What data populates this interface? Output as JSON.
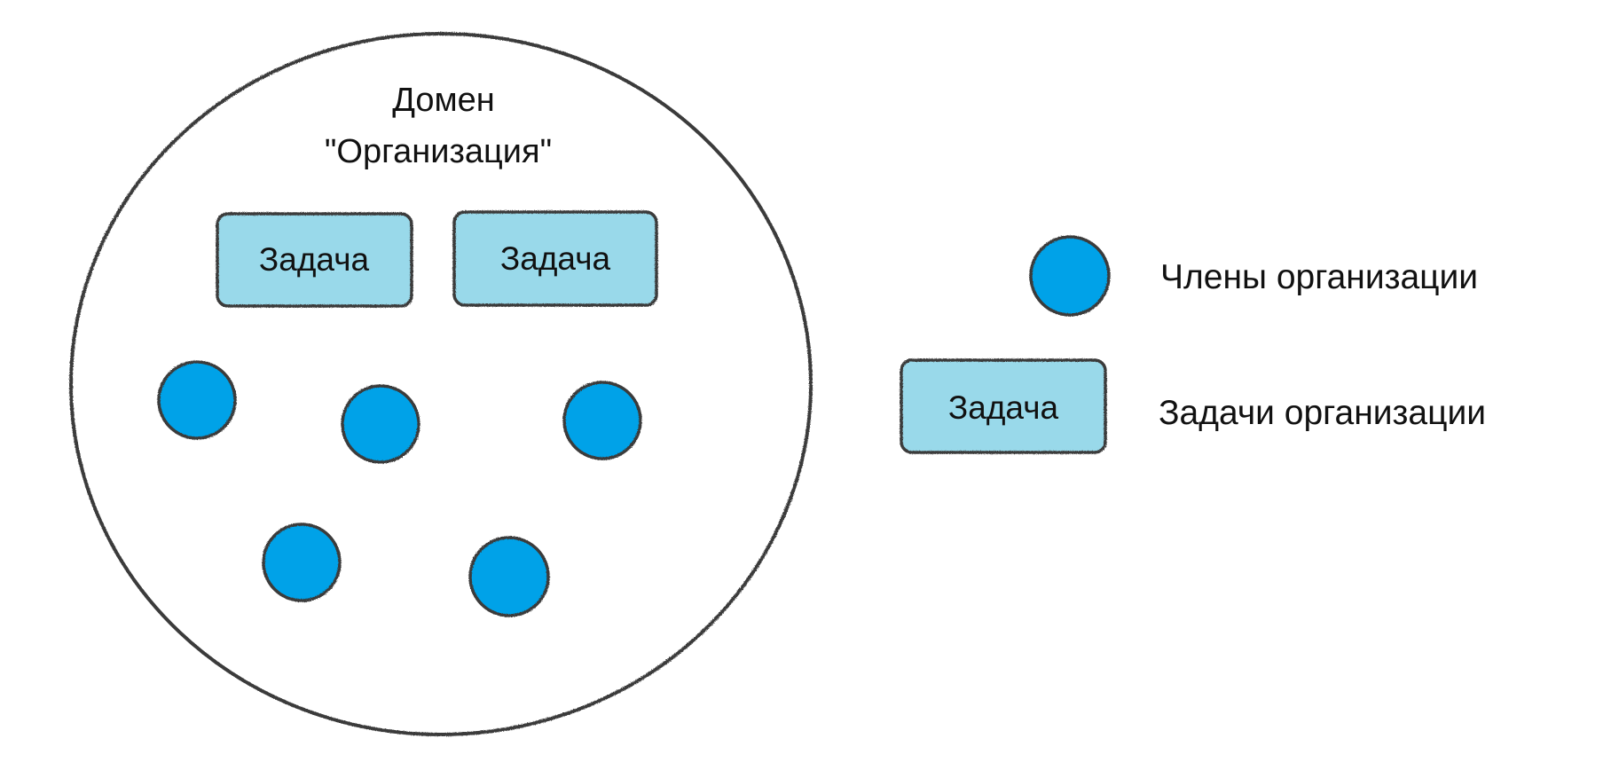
{
  "domain": {
    "title_line1": "Домен",
    "title_line2": "\"Организация\""
  },
  "tasks": [
    {
      "label": "Задача"
    },
    {
      "label": "Задача"
    }
  ],
  "member_count": 5,
  "legend": {
    "members_label": "Члены организации",
    "task_label": "Задача",
    "tasks_label": "Задачи организации"
  },
  "colors": {
    "member_fill": "#00a2e8",
    "task_fill": "#99d9ea",
    "outline": "#3a3a3a",
    "background": "#ffffff"
  }
}
